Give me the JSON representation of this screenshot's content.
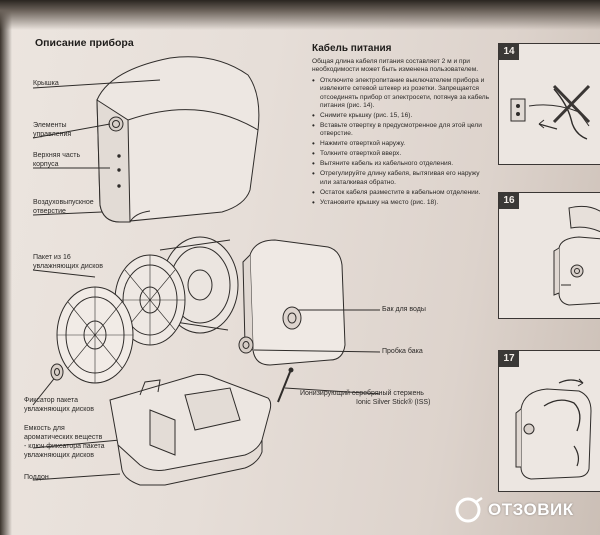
{
  "left_section": {
    "title": "Описание прибора",
    "labels": {
      "lid": "Крышка",
      "controls": [
        "Элементы",
        "управления"
      ],
      "housing_top": [
        "Верхняя часть",
        "корпуса"
      ],
      "air_outlet": [
        "Воздуховыпускное",
        "отверстие"
      ],
      "disc_pack": [
        "Пакет из 16",
        "увлажняющих дисков"
      ],
      "disc_lock": [
        "Фиксатор пакета",
        "увлажняющих дисков"
      ],
      "tank_container": [
        "Емкость для",
        "ароматических веществ",
        "- ключ фиксатора пакета",
        "увлажняющих дисков"
      ],
      "tray": "Поддон"
    }
  },
  "middle_labels": {
    "water_tank": "Бак для воды",
    "tank_plug": "Пробка бака",
    "silver_stick": [
      "Ионизирующий серебряный стержень",
      "Ionic Silver Stick® (ISS)"
    ]
  },
  "power_cable": {
    "title": "Кабель питания",
    "intro": "Общая длина кабеля питания составляет 2 м и при необходимости может быть изменена пользователем.",
    "steps": [
      "Отключите электропитание выключателем прибора и извлеките сетевой штекер из розетки. Запрещается отсоединять прибор от электросети, потянув за кабель питания (рис. 14).",
      "Снимите крышку (рис. 15, 16).",
      "Вставьте отвертку в предусмотренное для этой цели отверстие.",
      "Нажмите отверткой наружу.",
      "Толкните отверткой вверх.",
      "Вытяните кабель из кабельного отделения.",
      "Отрегулируйте длину кабеля, вытягивая его наружу или заталкивая обратно.",
      "Остаток кабеля разместите в кабельном отделении.",
      "Установите крышку на место (рис. 18)."
    ]
  },
  "figures": {
    "fig14": "14",
    "fig16": "16",
    "fig17": "17"
  },
  "watermark": "ОТЗОВИК"
}
